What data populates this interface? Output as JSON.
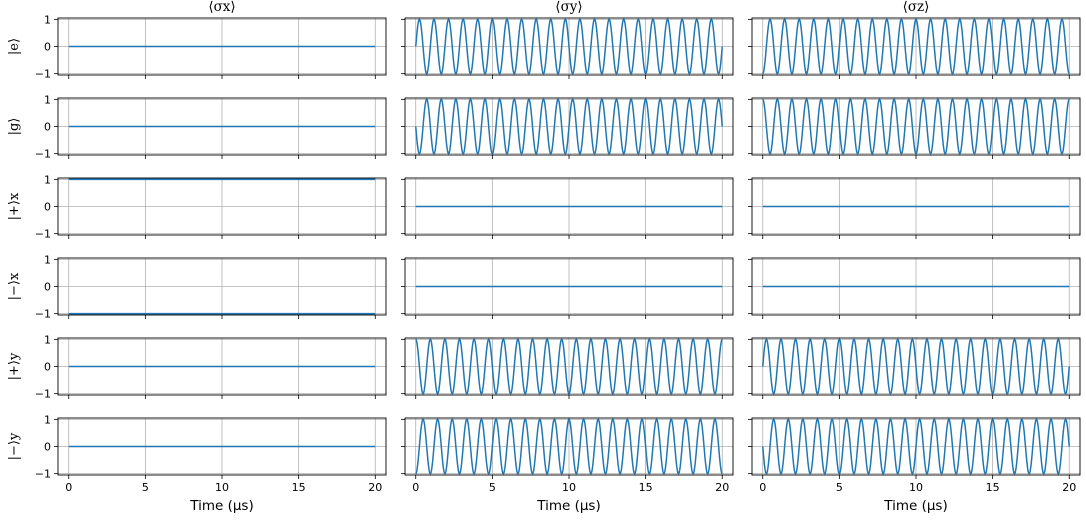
{
  "chart_data": {
    "type": "line",
    "layout": "grid 6x3",
    "columns": [
      "⟨σx⟩",
      "⟨σy⟩",
      "⟨σz⟩"
    ],
    "rows": [
      "|e⟩",
      "|g⟩",
      "|+⟩x",
      "|−⟩x",
      "|+⟩y",
      "|−⟩y"
    ],
    "xlabel": "Time (μs)",
    "xlim": [
      -0.7,
      20.7
    ],
    "ylim": [
      -1.05,
      1.05
    ],
    "xticks": [
      0,
      5,
      10,
      15,
      20
    ],
    "yticks": [
      -1,
      0,
      1
    ],
    "grid": true,
    "series_color": "#1f77b4",
    "oscillation": {
      "periods_over_0_to_20_us": 21,
      "frequency_MHz": 1.05,
      "amplitude": 1
    },
    "panels": [
      [
        {
          "kind": "constant",
          "value": 0
        },
        {
          "kind": "sin",
          "amplitude": 1,
          "phase": 0
        },
        {
          "kind": "cos",
          "amplitude": -1,
          "phase": 0
        }
      ],
      [
        {
          "kind": "constant",
          "value": 0
        },
        {
          "kind": "sin",
          "amplitude": -1,
          "phase": 0
        },
        {
          "kind": "cos",
          "amplitude": 1,
          "phase": 0
        }
      ],
      [
        {
          "kind": "constant",
          "value": 1
        },
        {
          "kind": "constant",
          "value": 0
        },
        {
          "kind": "constant",
          "value": 0
        }
      ],
      [
        {
          "kind": "constant",
          "value": -1
        },
        {
          "kind": "constant",
          "value": 0
        },
        {
          "kind": "constant",
          "value": 0
        }
      ],
      [
        {
          "kind": "constant",
          "value": 0
        },
        {
          "kind": "cos",
          "amplitude": 1,
          "phase": 0
        },
        {
          "kind": "sin",
          "amplitude": 1,
          "phase": 0
        }
      ],
      [
        {
          "kind": "constant",
          "value": 0
        },
        {
          "kind": "cos",
          "amplitude": -1,
          "phase": 0
        },
        {
          "kind": "sin",
          "amplitude": -1,
          "phase": 0
        }
      ]
    ]
  }
}
